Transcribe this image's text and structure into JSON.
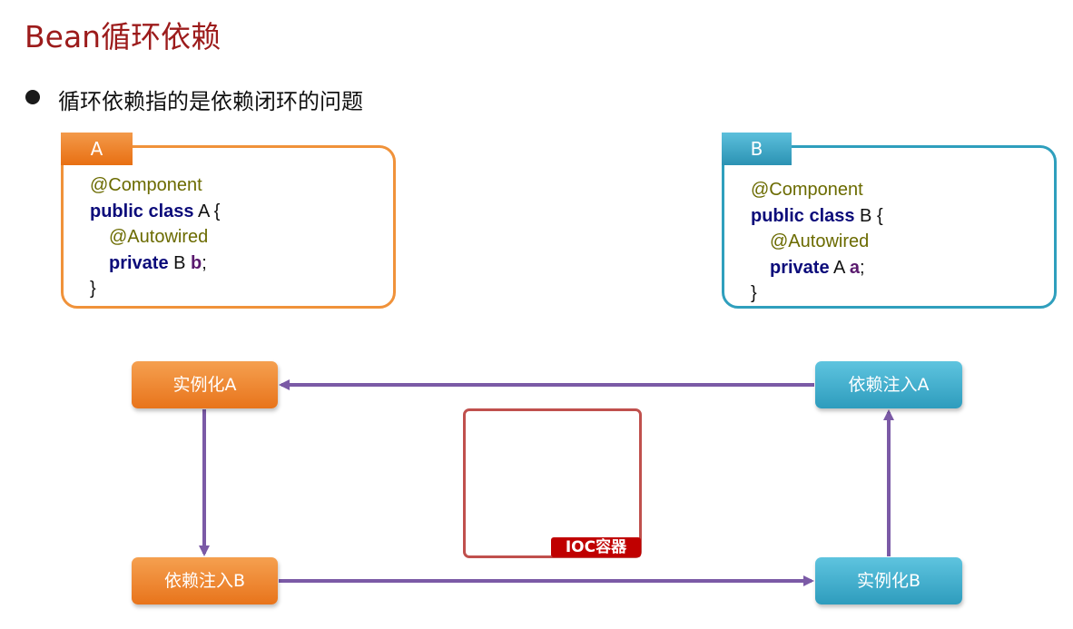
{
  "title": "Bean循环依赖",
  "bullet": "循环依赖指的是依赖闭环的问题",
  "class_a": {
    "tab": "A",
    "annotation_class": "@Component",
    "kw_public_class": "public class",
    "class_decl_rest": " A {",
    "annotation_field": "@Autowired",
    "kw_private": "private",
    "field_type": " B ",
    "field_name": "b",
    "semicolon": ";",
    "close": "}"
  },
  "class_b": {
    "tab": "B",
    "annotation_class": "@Component",
    "kw_public_class": "public class",
    "class_decl_rest": " B {",
    "annotation_field": "@Autowired",
    "kw_private": "private",
    "field_type": " A ",
    "field_name": "a",
    "semicolon": ";",
    "close": "}"
  },
  "flow": {
    "instantiate_a": "实例化A",
    "inject_a": "依赖注入A",
    "inject_b": "依赖注入B",
    "instantiate_b": "实例化B",
    "container": "IOC容器"
  },
  "colors": {
    "title": "#9c1b1b",
    "orange": "#e8741b",
    "blue": "#2e9cbd",
    "arrow": "#7b5aa6",
    "container_border": "#c0504d",
    "container_label_bg": "#c00000"
  }
}
